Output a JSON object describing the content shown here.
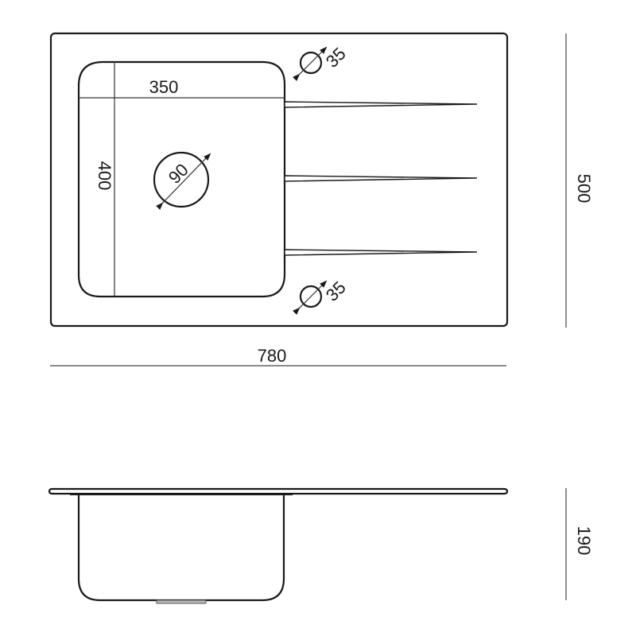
{
  "diagram": {
    "type": "technical-drawing",
    "subject": "kitchen sink with drainboard",
    "top_view": {
      "overall_width": "780",
      "overall_depth": "500",
      "bowl_width": "350",
      "bowl_depth": "400",
      "drain_diameter": "90",
      "tap_hole_top": "35",
      "tap_hole_bottom": "35",
      "drainboard_grooves": 3
    },
    "side_view": {
      "bowl_height": "190"
    },
    "colors": {
      "line": "#1a1a1a",
      "background": "#ffffff"
    }
  }
}
